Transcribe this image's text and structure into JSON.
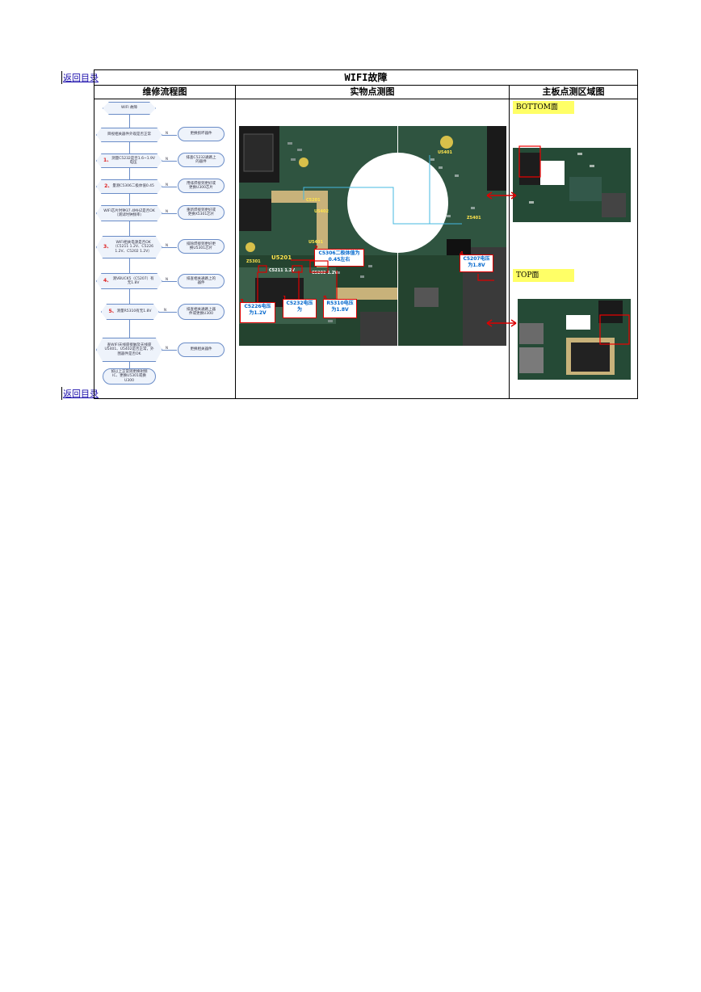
{
  "back_link": "返回目录",
  "title": "WIFI故障",
  "headers": {
    "flow": "维修流程图",
    "photo": "实物点测图",
    "region": "主板点测区域图"
  },
  "flow": {
    "start": "WIFI 故障",
    "steps": [
      {
        "num": "",
        "text": "目视相关器件外观是否正常",
        "no_action": "更换损坏器件"
      },
      {
        "num": "1、",
        "text": "测量C5232是否1.6~1.9V电压",
        "no_action": "排查C5232通路上的器件"
      },
      {
        "num": "2、",
        "text": "量测C5306二极体值0.45",
        "no_action": "用排焊接到更好或更换U300芯片"
      },
      {
        "num": "",
        "text": "WIFI芯片时钟37.4MHZ是否OK（测试时钟频率）",
        "no_action": "重新焊接到更好或更换X5301芯片"
      },
      {
        "num": "3、",
        "text": "WIFI相关电源是否OK（C5211 1.2V、C5226 1.2V、C5202 1.2V）",
        "no_action": "排除焊接到更好更换U5301芯片"
      },
      {
        "num": "4、",
        "text": "测VBUCK5（C5207）有无1.8V",
        "no_action": "排查相关通路上的器件"
      },
      {
        "num": "5、",
        "text": "测量R5310有无1.8V",
        "no_action": "排查相关通路上器件或更换U300"
      },
      {
        "num": "",
        "text": "查WIFI天线座接触及天线座U5401、U5402是否正常，外围器件是否OK",
        "no_action": "更换相关器件"
      }
    ],
    "end": "如以上正常则更换射频IC、更换U5301或换U300",
    "no_label": "N"
  },
  "photo_labels": {
    "chips": [
      "U5401",
      "C5201",
      "U5402",
      "U5401",
      "Z5401",
      "Z5301",
      "U5201",
      "C5211 1.2V",
      "C5202 1.2V"
    ],
    "callouts": [
      {
        "num": "2",
        "text": "C5306二极体值为0.45左右"
      },
      {
        "num": "4",
        "text": "C5207电压为1.8V"
      },
      {
        "num": "3",
        "text": "C5226电压为1.2V"
      },
      {
        "num": "1",
        "text": "C5232电压为"
      },
      {
        "num": "5",
        "text": "R5310电压为1.8V"
      }
    ]
  },
  "region_labels": {
    "bottom": "BOTTOM面",
    "top": "TOP面"
  },
  "colors": {
    "callout_border": "#dd0000",
    "callout_text": "#0066cc",
    "tag_bg": "#ffff66"
  }
}
